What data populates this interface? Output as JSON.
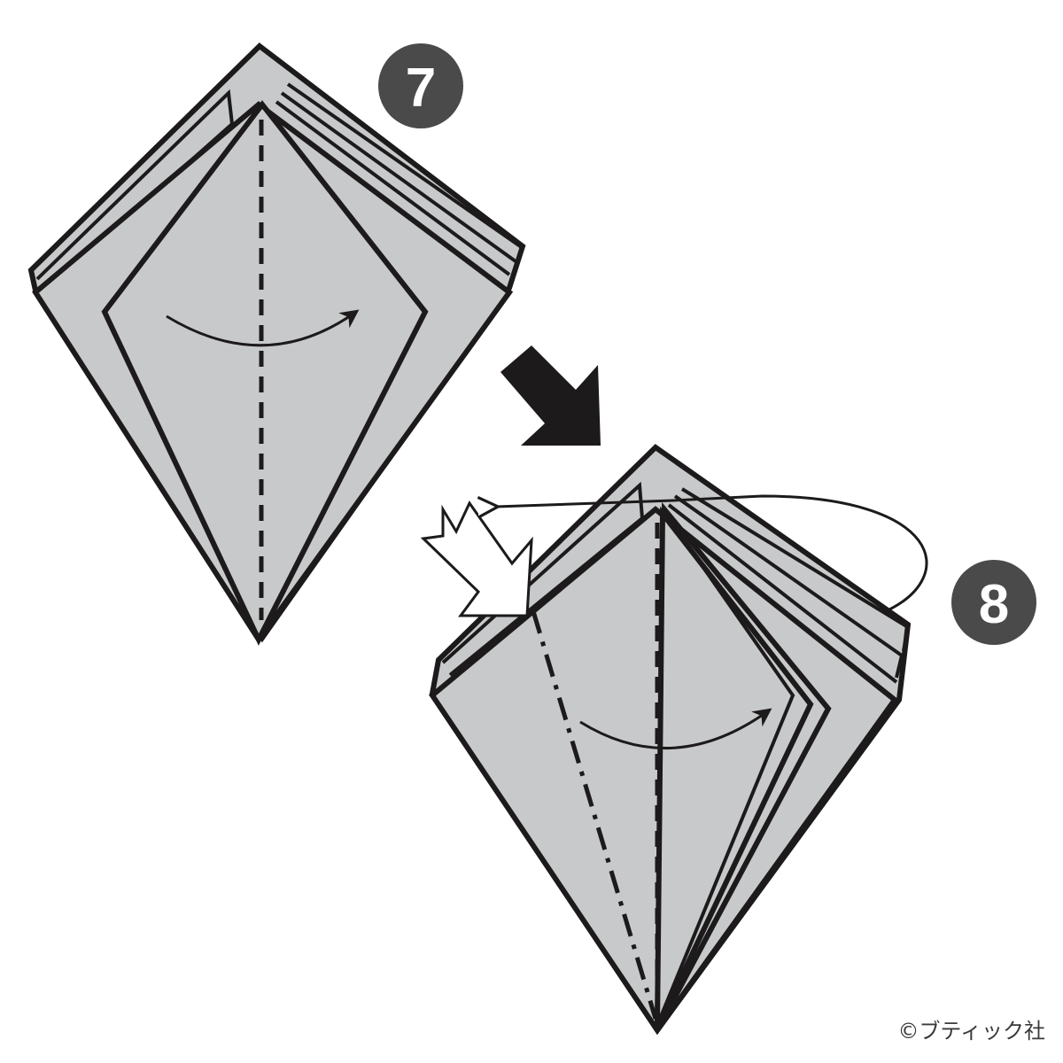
{
  "steps": [
    {
      "number": "7"
    },
    {
      "number": "8"
    }
  ],
  "credit": "©ブティック社",
  "icons": {
    "next_arrow": "black-diagonal-arrow-icon",
    "open_arrow": "white-open-arrow-icon",
    "fold_arrow": "curved-fold-arrow-icon"
  },
  "colors": {
    "paper": "#c8c9cb",
    "ink": "#1c1a1a",
    "badge": "#4a4a4a"
  }
}
